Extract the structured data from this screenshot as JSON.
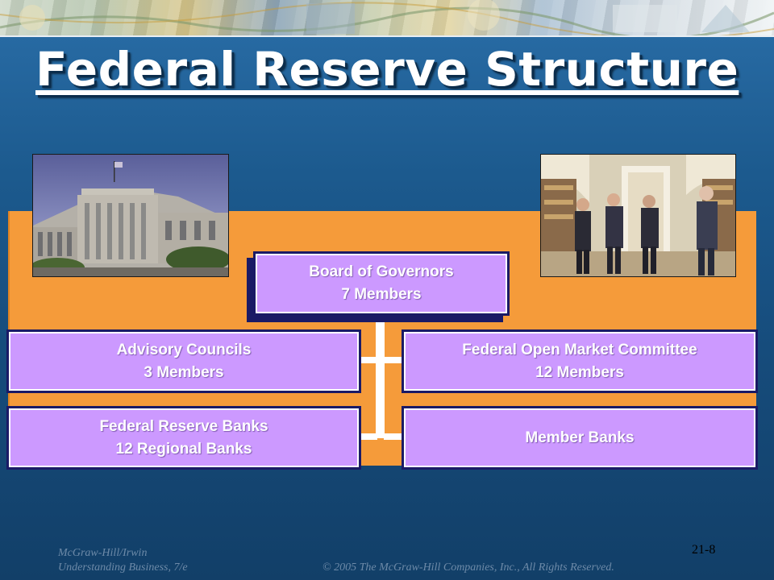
{
  "slide": {
    "title": "Federal Reserve Structure",
    "number": "21-8"
  },
  "org_chart": {
    "top": {
      "name": "Board of Governors",
      "detail": "7 Members"
    },
    "left_top": {
      "name": "Advisory Councils",
      "detail": "3 Members"
    },
    "right_top": {
      "name": "Federal Open Market Committee",
      "detail": "12 Members"
    },
    "left_bottom": {
      "name": "Federal Reserve Banks",
      "detail": "12 Regional Banks"
    },
    "right_bottom": {
      "name": "Member Banks"
    }
  },
  "footer": {
    "publisher": "McGraw-Hill/Irwin",
    "book": "Understanding Business, 7/e",
    "copyright": "© 2005 The McGraw-Hill Companies, Inc., All Rights Reserved."
  },
  "colors": {
    "background": "#1c5a8e",
    "band": "#f59b3a",
    "box": "#cc99ff",
    "box_border": "#1a1a66"
  }
}
